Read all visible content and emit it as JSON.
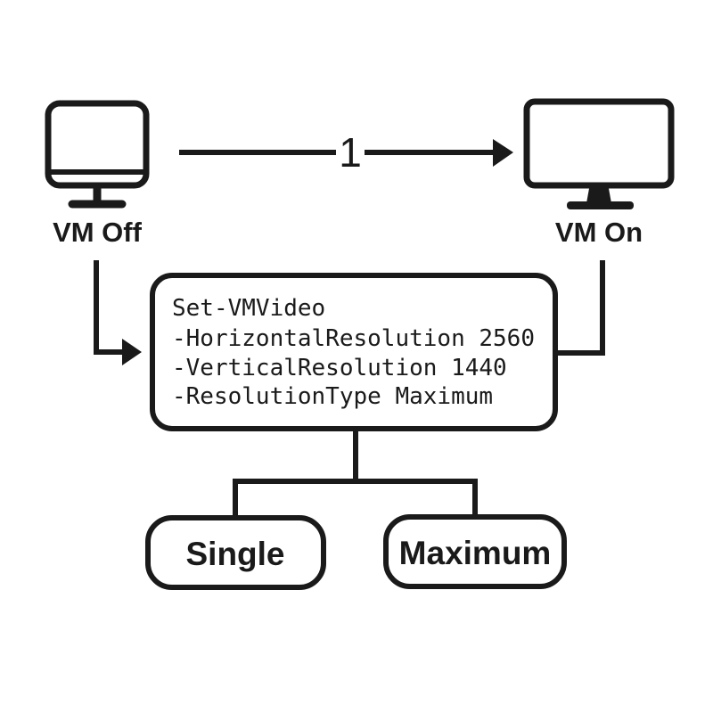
{
  "colors": {
    "background": "#ffffff",
    "ink": "#1a1a1a"
  },
  "diagram": {
    "source_node": {
      "icon": "monitor-icon",
      "label": "VM Off"
    },
    "target_node": {
      "icon": "monitor-icon",
      "label": "VM On"
    },
    "transition_arrow": {
      "label": "1"
    },
    "command_box": {
      "lines": [
        "Set-VMVideo",
        "-HorizontalResolution 2560",
        "-VerticalResolution 1440",
        "-ResolutionType Maximum"
      ]
    },
    "options": {
      "single": {
        "label": "Single"
      },
      "maximum": {
        "label": "Maximum"
      }
    }
  }
}
